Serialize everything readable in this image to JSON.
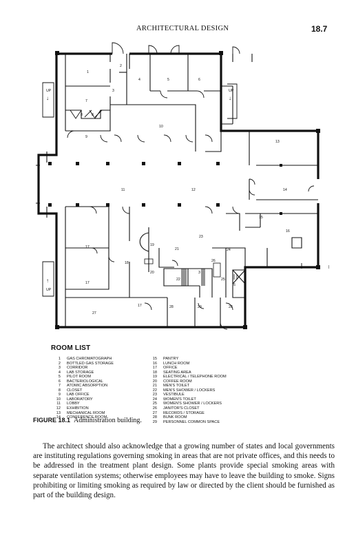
{
  "header": {
    "title": "ARCHITECTURAL DESIGN",
    "page_number": "18.7"
  },
  "plan": {
    "up_label": "UP",
    "arrow_down": "↓",
    "arrow_up": "↑",
    "room_labels": {
      "r1": "1",
      "r2": "2",
      "r3": "3",
      "r4": "4",
      "r5": "5",
      "r6": "6",
      "r7": "7",
      "r8a": "8",
      "r8b": "8",
      "r9": "9",
      "r10": "10",
      "r11": "11",
      "r12": "12",
      "r13": "13",
      "r14": "14",
      "r15": "15",
      "r16": "16",
      "r17a": "17",
      "r17b": "17",
      "r17c": "17",
      "r18": "18",
      "r19": "19",
      "r20": "20",
      "r21": "21",
      "r22": "22",
      "r23": "23",
      "r24": "24",
      "r25": "25",
      "r26": "26",
      "r27": "27",
      "r28a": "28",
      "r28b": "28",
      "r29": "29",
      "r3b": "3",
      "r6b": "6"
    }
  },
  "room_list": {
    "title": "ROOM LIST",
    "left": [
      {
        "num": "1",
        "name": "GAS CHROMATOGRAPH"
      },
      {
        "num": "2",
        "name": "BOTTLED GAS STORAGE"
      },
      {
        "num": "3",
        "name": "CORRIDOR"
      },
      {
        "num": "4",
        "name": "LAB STORAGE"
      },
      {
        "num": "5",
        "name": "PILOT ROOM"
      },
      {
        "num": "6",
        "name": "BACTERIOLOGICAL"
      },
      {
        "num": "7",
        "name": "ATOMIC ABSORPTION"
      },
      {
        "num": "8",
        "name": "CLOSET"
      },
      {
        "num": "9",
        "name": "LAB OFFICE"
      },
      {
        "num": "10",
        "name": "LABORATORY"
      },
      {
        "num": "11",
        "name": "LOBBY"
      },
      {
        "num": "12",
        "name": "EXHIBITION"
      },
      {
        "num": "13",
        "name": "MECHANICAL ROOM"
      },
      {
        "num": "14",
        "name": "CONFERENCE ROOM"
      }
    ],
    "right": [
      {
        "num": "15",
        "name": "PANTRY"
      },
      {
        "num": "16",
        "name": "LUNCH ROOM"
      },
      {
        "num": "17",
        "name": "OFFICE"
      },
      {
        "num": "18",
        "name": "SEATING AREA"
      },
      {
        "num": "19",
        "name": "ELECTRICAL / TELEPHONE ROOM"
      },
      {
        "num": "20",
        "name": "COFFEE ROOM"
      },
      {
        "num": "21",
        "name": "MEN'S TOILET"
      },
      {
        "num": "22",
        "name": "MEN'S SHOWER / LOCKERS"
      },
      {
        "num": "23",
        "name": "VESTIBULE"
      },
      {
        "num": "24",
        "name": "WOMEN'S TOILET"
      },
      {
        "num": "25",
        "name": "WOMEN'S SHOWER / LOCKERS"
      },
      {
        "num": "26",
        "name": "JANITOR'S CLOSET"
      },
      {
        "num": "27",
        "name": "RECORDS / STORAGE"
      },
      {
        "num": "28",
        "name": "BUNK ROOM"
      },
      {
        "num": "29",
        "name": "PERSONNEL COMMON SPACE"
      }
    ]
  },
  "figure": {
    "label": "FIGURE 18.1",
    "caption": "Administration building."
  },
  "body": {
    "paragraph": "The architect should also acknowledge that a growing number of states and local governments are instituting regulations governing smoking in areas that are not private offices, and this needs to be addressed in the treatment plant design. Some plants provide special smoking areas with separate ventilation systems; otherwise employees may have to leave the building to smoke. Signs prohibiting or limiting smoking as required by law or directed by the client should be furnished as part of the building design."
  }
}
